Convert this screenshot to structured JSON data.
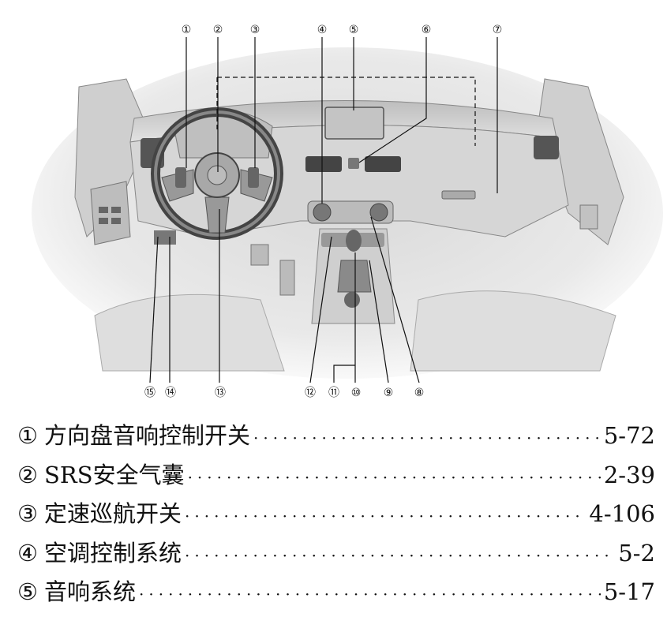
{
  "figure": {
    "callouts_top": [
      "①",
      "②",
      "③",
      "④",
      "⑤",
      "⑥",
      "⑦"
    ],
    "callouts_bottom": [
      "⑮",
      "⑭",
      "⑬",
      "⑫",
      "⑪",
      "⑩",
      "⑨",
      "⑧"
    ],
    "colors": {
      "ink": "#111111",
      "interior_light": "#e6e6e6",
      "interior_mid": "#c8c8c8",
      "interior_dark": "#8a8a8a"
    }
  },
  "toc": [
    {
      "num": "①",
      "label": "方向盘音响控制开关",
      "page": "5-72"
    },
    {
      "num": "②",
      "label": "SRS安全气囊",
      "page": "2-39"
    },
    {
      "num": "③",
      "label": "定速巡航开关",
      "page": "4-106"
    },
    {
      "num": "④",
      "label": "空调控制系统",
      "page": "5-2"
    },
    {
      "num": "⑤",
      "label": "音响系统",
      "page": "5-17"
    }
  ]
}
